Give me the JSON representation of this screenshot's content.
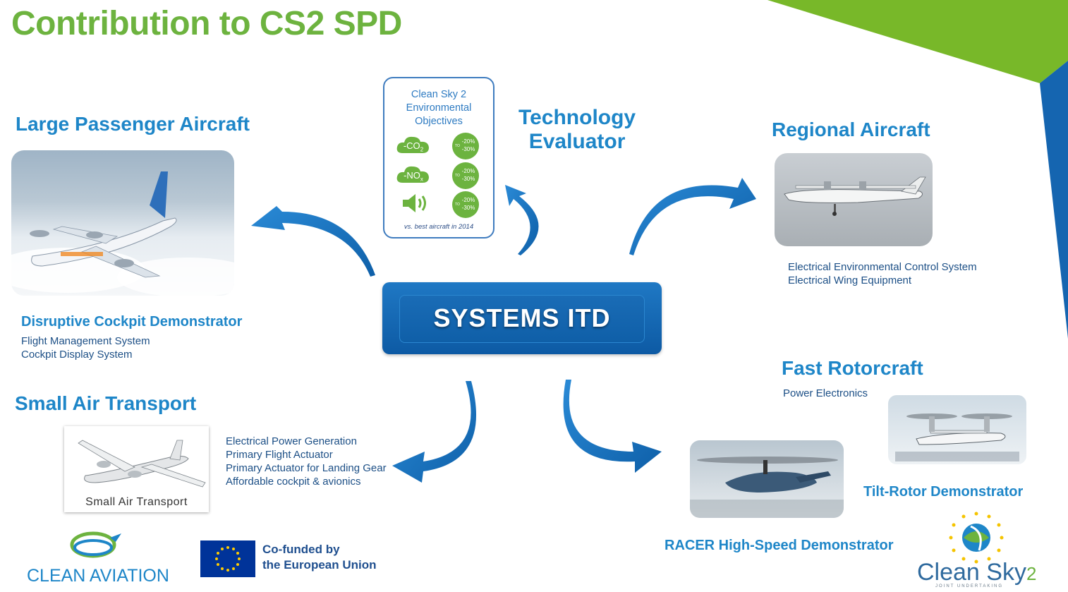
{
  "slide_title": "Contribution to CS2 SPD",
  "center": {
    "label": "SYSTEMS ITD"
  },
  "env_card": {
    "title_lines": [
      "Clean Sky 2",
      "Environmental",
      "Objectives"
    ],
    "rows": [
      {
        "label": "-CO",
        "sub": "2",
        "range_top": "-20%",
        "range_bottom": "-30%",
        "range_prefix": "TO"
      },
      {
        "label": "-NO",
        "sub": "x",
        "range_top": "-20%",
        "range_bottom": "-30%",
        "range_prefix": "TO"
      },
      {
        "label": "",
        "sub": "",
        "range_top": "-20%",
        "range_bottom": "-30%",
        "range_prefix": "TO"
      }
    ],
    "footnote": "vs. best aircraft in 2014"
  },
  "tech_evaluator": {
    "line1": "Technology",
    "line2": "Evaluator"
  },
  "large_passenger": {
    "heading": "Large Passenger Aircraft",
    "demo": "Disruptive Cockpit Demonstrator",
    "items": [
      "Flight Management System",
      "Cockpit Display System"
    ]
  },
  "regional": {
    "heading": "Regional Aircraft",
    "items": [
      "Electrical Environmental Control System",
      "Electrical Wing Equipment"
    ]
  },
  "small_air": {
    "heading": "Small Air Transport",
    "image_caption": "Small Air Transport",
    "items": [
      "Electrical Power Generation",
      "Primary Flight Actuator",
      "Primary Actuator for Landing Gear",
      "Affordable cockpit & avionics"
    ]
  },
  "fast_rotorcraft": {
    "heading": "Fast Rotorcraft",
    "items": [
      "Power Electronics"
    ],
    "tilt_rotor": "Tilt-Rotor Demonstrator",
    "racer": "RACER High-Speed Demonstrator"
  },
  "logos": {
    "clean_aviation": "CLEAN AVIATION",
    "cofunded_line1": "Co-funded by",
    "cofunded_line2": "the European Union",
    "cleansky_text": "Clean Sky",
    "cleansky_num": "2",
    "cleansky_tag": "JOINT UNDERTAKING"
  },
  "colors": {
    "green": "#6db33f",
    "blue": "#1e86c8",
    "navy": "#1c4f86",
    "eu_blue": "#003399",
    "eu_yellow": "#ffcc00"
  }
}
